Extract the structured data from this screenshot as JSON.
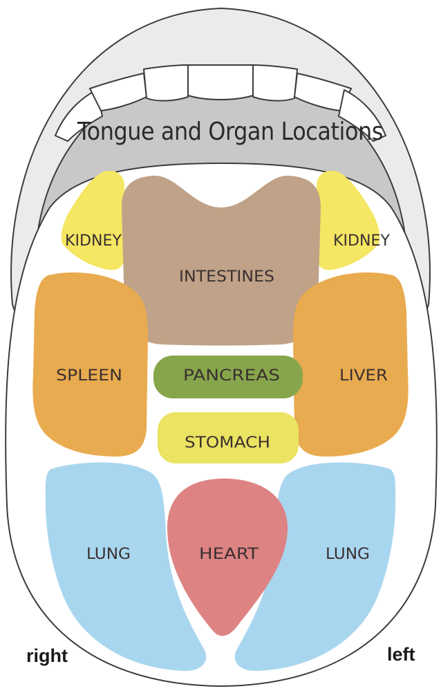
{
  "title": "Tongue and Organ Locations",
  "colors": {
    "lip": "#ebebeb",
    "mouth": "#c8c8c8",
    "teeth": "#ffffff",
    "tongue": "#ffffff",
    "kidney": "#f5e663",
    "intestines": "#bfa288",
    "spleen": "#e9ab4f",
    "liver": "#e9ab4f",
    "pancreas": "#87a64c",
    "stomach": "#ebe362",
    "lung": "#a9d6ef",
    "heart": "#dd8383"
  },
  "zones": {
    "kidney_right": "KIDNEY",
    "kidney_left": "KIDNEY",
    "intestines": "INTESTINES",
    "spleen": "SPLEEN",
    "liver": "LIVER",
    "pancreas": "PANCREAS",
    "stomach": "STOMACH",
    "lung_right": "LUNG",
    "heart": "HEART",
    "lung_left": "LUNG"
  },
  "sides": {
    "right": "right",
    "left": "left"
  }
}
